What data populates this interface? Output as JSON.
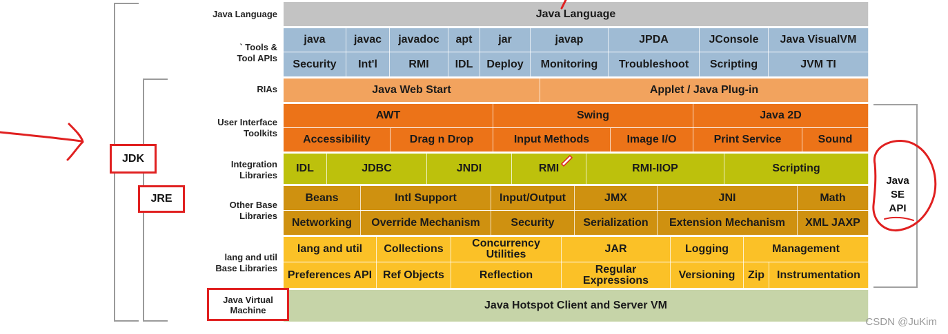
{
  "rows": {
    "java_language": {
      "label": "Java Language",
      "cells": [
        "Java Language"
      ]
    },
    "tools": {
      "label_line1": "` Tools &",
      "label_line2": "Tool APIs",
      "top": [
        "java",
        "javac",
        "javadoc",
        "apt",
        "jar",
        "javap",
        "JPDA",
        "JConsole",
        "Java VisualVM"
      ],
      "bottom": [
        "Security",
        "Int'l",
        "RMI",
        "IDL",
        "Deploy",
        "Monitoring",
        "Troubleshoot",
        "Scripting",
        "JVM TI"
      ]
    },
    "rias": {
      "label": "RIAs",
      "cells": [
        "Java Web Start",
        "Applet / Java Plug-in"
      ]
    },
    "ui": {
      "label_line1": "User Interface",
      "label_line2": "Toolkits",
      "top": [
        "AWT",
        "Swing",
        "Java 2D"
      ],
      "bottom": [
        "Accessibility",
        "Drag n Drop",
        "Input Methods",
        "Image I/O",
        "Print Service",
        "Sound"
      ]
    },
    "integration": {
      "label_line1": "Integration",
      "label_line2": "Libraries",
      "cells": [
        "IDL",
        "JDBC",
        "JNDI",
        "RMI",
        "RMI-IIOP",
        "Scripting"
      ]
    },
    "other_base": {
      "label_line1": "Other Base",
      "label_line2": "Libraries",
      "top": [
        "Beans",
        "Intl Support",
        "Input/Output",
        "JMX",
        "JNI",
        "Math"
      ],
      "bottom": [
        "Networking",
        "Override Mechanism",
        "Security",
        "Serialization",
        "Extension Mechanism",
        "XML JAXP"
      ]
    },
    "lang_util": {
      "label_line1": "lang and util",
      "label_line2": "Base Libraries",
      "top": [
        "lang and util",
        "Collections",
        "Concurrency Utilities",
        "JAR",
        "Logging",
        "Management"
      ],
      "bottom": [
        "Preferences API",
        "Ref Objects",
        "Reflection",
        "Regular Expressions",
        "Versioning",
        "Zip",
        "Instrumentation"
      ]
    },
    "jvm": {
      "label_line1": "Java Virtual",
      "label_line2": "Machine",
      "cells": [
        "Java Hotspot Client and Server VM"
      ]
    }
  },
  "annotations": {
    "jdk": "JDK",
    "jre": "JRE",
    "java_se_api_line1": "Java",
    "java_se_api_line2": "SE",
    "java_se_api_line3": "API"
  },
  "watermark": "CSDN @JuKim",
  "colors": {
    "gray": "#c3c3c3",
    "blue": "#9fbbd4",
    "light_orange": "#f2a35e",
    "orange": "#ec7318",
    "olive": "#bdc10c",
    "dark_gold": "#cf9110",
    "yellow": "#fbc127",
    "green": "#c6d4a8",
    "red": "#e02020"
  }
}
